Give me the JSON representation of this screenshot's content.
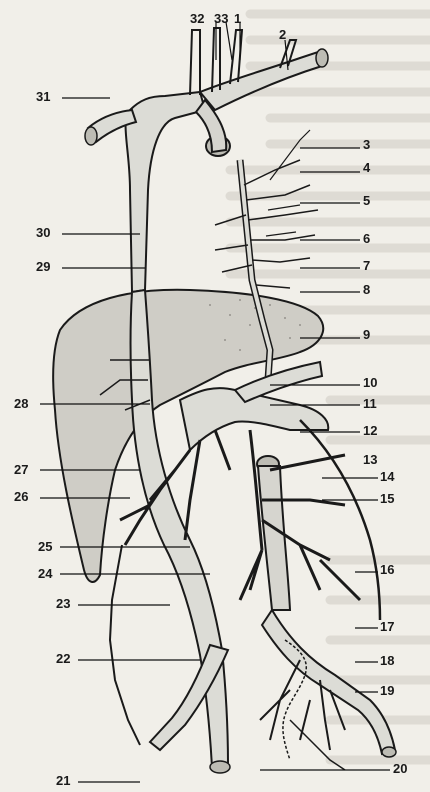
{
  "diagram": {
    "labels": [
      "1",
      "2",
      "3",
      "4",
      "5",
      "6",
      "7",
      "8",
      "9",
      "10",
      "11",
      "12",
      "13",
      "14",
      "15",
      "16",
      "17",
      "18",
      "19",
      "20",
      "21",
      "22",
      "23",
      "24",
      "25",
      "26",
      "27",
      "28",
      "29",
      "30",
      "31",
      "32",
      "33"
    ]
  },
  "colors": {
    "background": "#f1efe9",
    "vessel_fill": "#dcdcd6",
    "vessel_stroke": "#1a1a1a",
    "liver": "#cfcdc6",
    "leader": "#111111"
  }
}
